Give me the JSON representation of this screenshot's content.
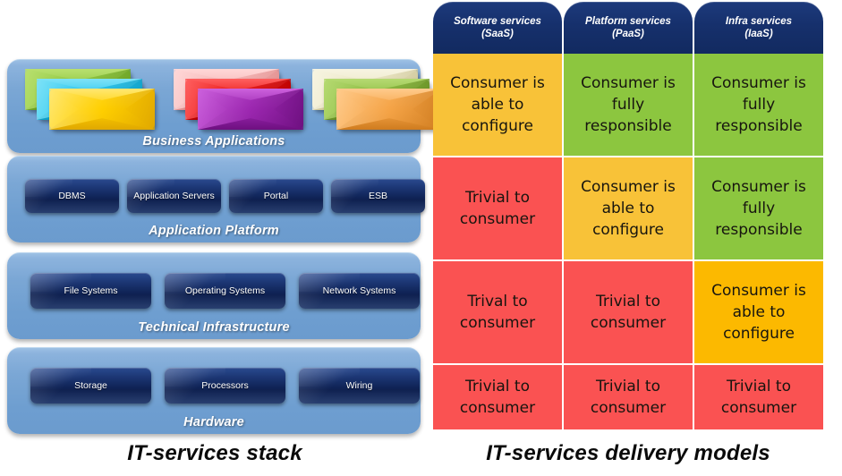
{
  "stack": {
    "caption": "IT-services stack",
    "layers": [
      {
        "name": "Business Applications",
        "card_groups": [
          {
            "cards": [
              {
                "color": "#8cc63e",
                "light": "#b9e06f",
                "dark": "#6ba024"
              },
              {
                "color": "#22c4ed",
                "light": "#7ee2f7",
                "dark": "#119ec4"
              },
              {
                "color": "#ffcf00",
                "light": "#ffe873",
                "dark": "#e0a800"
              }
            ]
          },
          {
            "cards": [
              {
                "color": "#f5b4b4",
                "light": "#ffd8d8",
                "dark": "#e08f8f"
              },
              {
                "color": "#e81414",
                "light": "#ff6060",
                "dark": "#b60000"
              },
              {
                "color": "#9c27b0",
                "light": "#cc61dd",
                "dark": "#6e1080"
              }
            ]
          },
          {
            "cards": [
              {
                "color": "#ece7c4",
                "light": "#f7f4e2",
                "dark": "#cfc89c"
              },
              {
                "color": "#8aba3e",
                "light": "#b6da72",
                "dark": "#688f26"
              },
              {
                "color": "#f5a447",
                "light": "#ffcb8c",
                "dark": "#cf7c1f"
              }
            ]
          }
        ],
        "boxes": []
      },
      {
        "name": "Application Platform",
        "card_groups": [],
        "boxes": [
          "DBMS",
          "Application Servers",
          "Portal",
          "ESB"
        ]
      },
      {
        "name": "Technical Infrastructure",
        "card_groups": [],
        "boxes": [
          "File Systems",
          "Operating Systems",
          "Network Systems"
        ]
      },
      {
        "name": "Hardware",
        "card_groups": [],
        "boxes": [
          "Storage",
          "Processors",
          "Wiring"
        ]
      }
    ]
  },
  "delivery": {
    "caption": "IT-services delivery models",
    "columns": [
      {
        "line1": "Software services",
        "line2": "(SaaS)"
      },
      {
        "line1": "Platform services",
        "line2": "(PaaS)"
      },
      {
        "line1": "Infra services",
        "line2": "(IaaS)"
      }
    ],
    "rows": [
      [
        {
          "text": "Consumer is able to configure",
          "color": "#f8c238"
        },
        {
          "text": "Consumer is fully responsible",
          "color": "#8cc63f"
        },
        {
          "text": "Consumer is fully responsible",
          "color": "#8cc63f"
        }
      ],
      [
        {
          "text": "Trivial to consumer",
          "color": "#fa5252"
        },
        {
          "text": "Consumer is able to configure",
          "color": "#f8c238"
        },
        {
          "text": "Consumer is fully responsible",
          "color": "#8cc63f"
        }
      ],
      [
        {
          "text": "Trival to consumer",
          "color": "#fa5252"
        },
        {
          "text": "Trivial to consumer",
          "color": "#fa5252"
        },
        {
          "text": "Consumer is able to configure",
          "color": "#fcb900"
        }
      ],
      [
        {
          "text": "Trivial to consumer",
          "color": "#fa5252"
        },
        {
          "text": "Trivial to consumer",
          "color": "#fa5252"
        },
        {
          "text": "Trivial to consumer",
          "color": "#fa5252"
        }
      ]
    ]
  },
  "colors": {
    "panel_blue": "#6e9ed0",
    "subbox_navy": "#122a60",
    "header_navy": "#16306c",
    "green": "#8cc63f",
    "amber": "#f8c238",
    "orange": "#fcb900",
    "red": "#fa5252"
  }
}
